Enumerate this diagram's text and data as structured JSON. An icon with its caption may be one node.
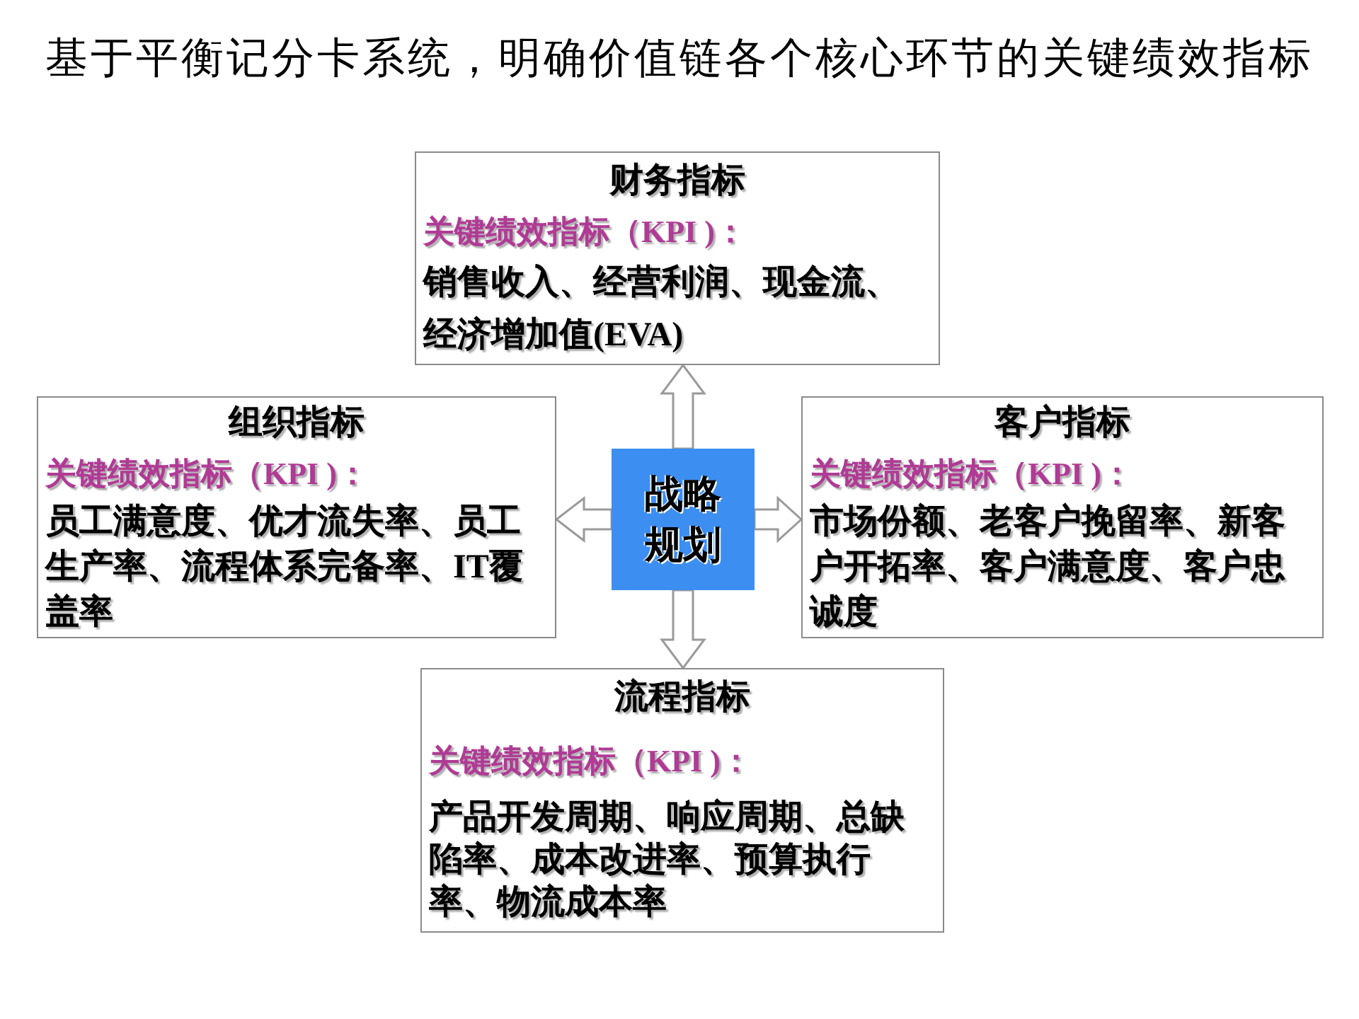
{
  "diagram": {
    "title": "基于平衡记分卡系统，明确价值链各个核心环节的关键绩效指标",
    "nodes": [
      {
        "text": [
          "财务指标",
          "关键绩效指标（KPI )：",
          "销售收入、经营利润、现金流、经济增加值(EVA)"
        ]
      },
      {
        "text": [
          "组织指标",
          "关键绩效指标（KPI )：",
          "员工满意度、优才流失率、员工生产率、流程体系完备率、IT覆盖率"
        ]
      },
      {
        "text": [
          "战略规划"
        ]
      },
      {
        "text": [
          "客户指标",
          "关键绩效指标（KPI )：",
          "市场份额、老客户挽留率、新客户开拓率、客户满意度、客户忠诚度"
        ]
      },
      {
        "text": [
          "流程指标",
          "关键绩效指标（KPI )：",
          "产品开发周期、响应周期、总缺陷率、成本改进率、预算执行率、物流成本率"
        ]
      }
    ],
    "edges": [
      {
        "from": 2,
        "to": 0,
        "arrow": "to"
      },
      {
        "from": 2,
        "to": 1,
        "arrow": "to"
      },
      {
        "from": 2,
        "to": 3,
        "arrow": "to"
      },
      {
        "from": 2,
        "to": 4,
        "arrow": "to"
      }
    ]
  }
}
